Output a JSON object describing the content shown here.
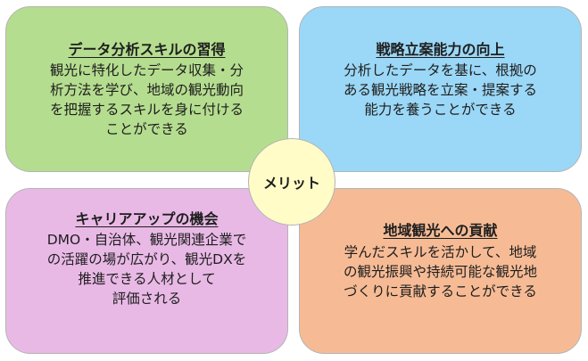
{
  "center": {
    "label": "メリット"
  },
  "cards": {
    "top_left": {
      "title": "データ分析スキルの習得",
      "lines": [
        "観光に特化したデータ収集・分",
        "析方法を学び、地域の観光動向",
        "を把握するスキルを身に付ける",
        "ことができる"
      ]
    },
    "top_right": {
      "title": "戦略立案能力の向上",
      "lines": [
        "分析したデータを基に、根拠の",
        "ある観光戦略を立案・提案する",
        "能力を養うことができる"
      ]
    },
    "bottom_left": {
      "title": "キャリアアップの機会",
      "lines": [
        "DMO・自治体、観光関連企業で",
        "の活躍の場が広がり、観光DXを",
        "推進できる人材として",
        "評価される"
      ]
    },
    "bottom_right": {
      "title": "地域観光への貢献",
      "lines": [
        "学んだスキルを活かして、地域",
        "の観光振興や持続可能な観光地",
        "づくりに貢献することができる"
      ]
    }
  },
  "colors": {
    "top_left": "#b5dd8f",
    "top_right": "#9bd7f6",
    "bottom_left": "#e9b9e6",
    "bottom_right": "#f6bb95",
    "center": "#fffcc7"
  }
}
